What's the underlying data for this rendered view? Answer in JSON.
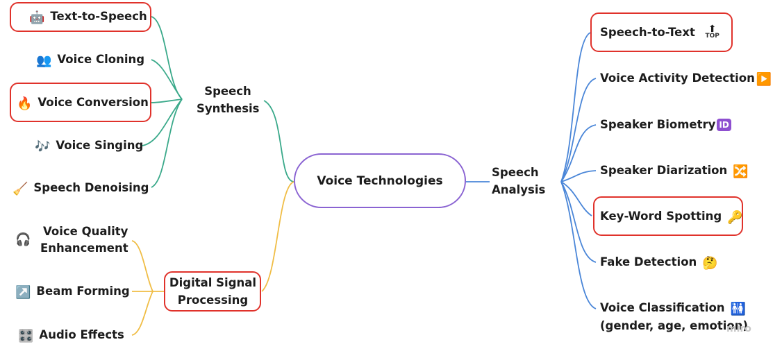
{
  "center": {
    "label": "Voice Technologies"
  },
  "branches": {
    "speech_synthesis": {
      "line1": "Speech",
      "line2": "Synthesis"
    },
    "digital_signal": {
      "line1": "Digital Signal",
      "line2": "Processing"
    },
    "speech_analysis": {
      "line1": "Speech",
      "line2": "Analysis"
    }
  },
  "synthesis_items": [
    {
      "label": "Text-to-Speech",
      "icon": "robot-icon"
    },
    {
      "label": "Voice Cloning",
      "icon": "people-icon"
    },
    {
      "label": "Voice Conversion",
      "icon": "fire-icon"
    },
    {
      "label": "Voice Singing",
      "icon": "music-notes-icon"
    },
    {
      "label": "Speech Denoising",
      "icon": "broom-icon"
    }
  ],
  "dsp_items": [
    {
      "line1": "Voice Quality",
      "line2": "Enhancement",
      "icon": "headphones-icon"
    },
    {
      "label": "Beam Forming",
      "icon": "arrow-up-right-icon"
    },
    {
      "label": "Audio Effects",
      "icon": "control-knobs-icon"
    }
  ],
  "analysis_items": [
    {
      "label": "Speech-to-Text",
      "icon": "top-arrow-icon",
      "icon_text": "TOP"
    },
    {
      "label": "Voice Activity Detection",
      "icon": "play-button-icon"
    },
    {
      "label": "Speaker Biometry",
      "icon": "id-icon",
      "icon_text": "ID"
    },
    {
      "label": "Speaker Diarization",
      "icon": "shuffle-icon"
    },
    {
      "label": "Key-Word Spotting",
      "icon": "key-icon"
    },
    {
      "label": "Fake Detection",
      "icon": "thinking-face-icon"
    },
    {
      "line1": "Voice Classification",
      "line2": "(gender, age, emotion)",
      "icon": "restroom-icon"
    }
  ],
  "watermark": "miro",
  "colors": {
    "synthesis": "#3aa98a",
    "dsp": "#f0bd45",
    "analysis": "#4a86d8",
    "center_border": "#8a63d2",
    "highlight": "#e0322b"
  }
}
